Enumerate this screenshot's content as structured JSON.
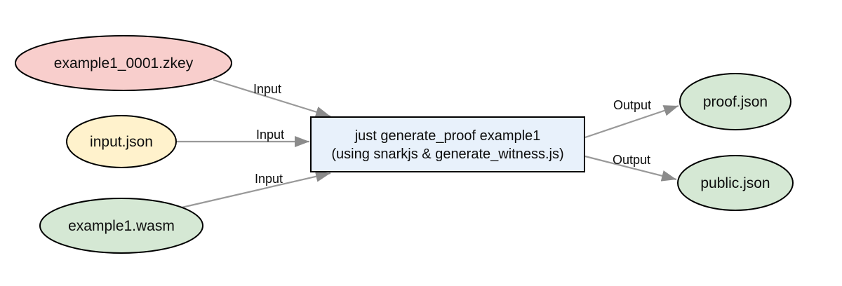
{
  "diagram": {
    "background": "#ffffff",
    "nodes": {
      "zkey": {
        "label": "example1_0001.zkey",
        "fill": "#f8cecc"
      },
      "input_json": {
        "label": "input.json",
        "fill": "#fff2cc"
      },
      "wasm": {
        "label": "example1.wasm",
        "fill": "#d5e8d4"
      },
      "process": {
        "label_line1": "just generate_proof example1",
        "label_line2": "(using snarkjs & generate_witness.js)",
        "fill": "#e8f1fb"
      },
      "proof_json": {
        "label": "proof.json",
        "fill": "#d5e8d4"
      },
      "public_json": {
        "label": "public.json",
        "fill": "#d5e8d4"
      }
    },
    "edges": [
      {
        "from": "zkey",
        "to": "process",
        "label": "Input"
      },
      {
        "from": "input_json",
        "to": "process",
        "label": "Input"
      },
      {
        "from": "wasm",
        "to": "process",
        "label": "Input"
      },
      {
        "from": "process",
        "to": "proof_json",
        "label": "Output"
      },
      {
        "from": "process",
        "to": "public_json",
        "label": "Output"
      }
    ],
    "colors": {
      "node_stroke": "#000000",
      "edge_line": "#999999",
      "arrowhead": "#8b8b8b",
      "text": "#0d0d0d"
    }
  }
}
